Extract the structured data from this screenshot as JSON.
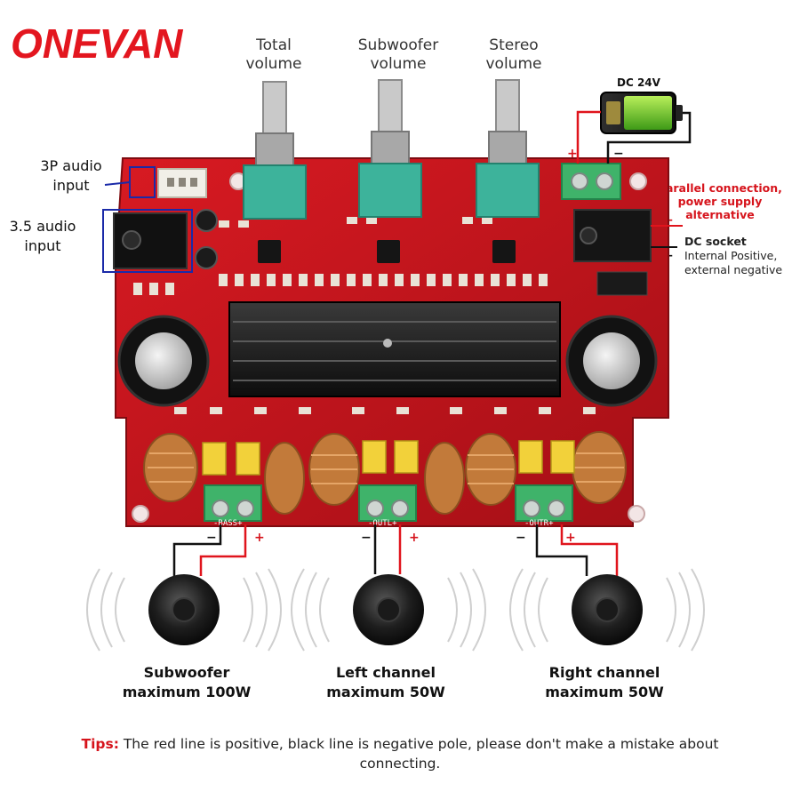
{
  "brand": {
    "name": "ONEVAN",
    "color": "#e3161f"
  },
  "knobs": [
    {
      "line1": "Total",
      "line2": "volume"
    },
    {
      "line1": "Subwoofer",
      "line2": "volume"
    },
    {
      "line1": "Stereo",
      "line2": "volume"
    }
  ],
  "inputs": {
    "three_p": {
      "line1": "3P audio",
      "line2": "input"
    },
    "aux": {
      "line1": "3.5 audio",
      "line2": "input"
    }
  },
  "power": {
    "battery_label": "DC 24V",
    "plus": "+",
    "minus": "−",
    "parallel_note": {
      "line1": "Parallel connection,",
      "line2": "power supply",
      "line3": "alternative"
    },
    "dc_socket": {
      "title": "DC socket",
      "line2": "Internal Positive,",
      "line3": "external negative"
    }
  },
  "outputs": [
    {
      "terminal": "-BASS+",
      "minus": "−",
      "plus": "+",
      "line1": "Subwoofer",
      "line2": "maximum 100W"
    },
    {
      "terminal": "-OUTL+",
      "minus": "−",
      "plus": "+",
      "line1": "Left channel",
      "line2": "maximum 50W"
    },
    {
      "terminal": "-OUTR+",
      "minus": "−",
      "plus": "+",
      "line1": "Right channel",
      "line2": "maximum 50W"
    }
  ],
  "tips": {
    "lead": "Tips:",
    "text": " The red line is positive, black line is negative pole, please don't make a mistake about connecting."
  },
  "colors": {
    "board": "#c8141c",
    "board_dark": "#8e0d12",
    "heatsink": "#1c1c1c",
    "wire_positive": "#e0141c",
    "wire_negative": "#111111",
    "terminal": "#3fb36a",
    "knob_base": "#3db39b",
    "coil": "#c27a3a",
    "capacitor_box": "#f2d13a"
  }
}
